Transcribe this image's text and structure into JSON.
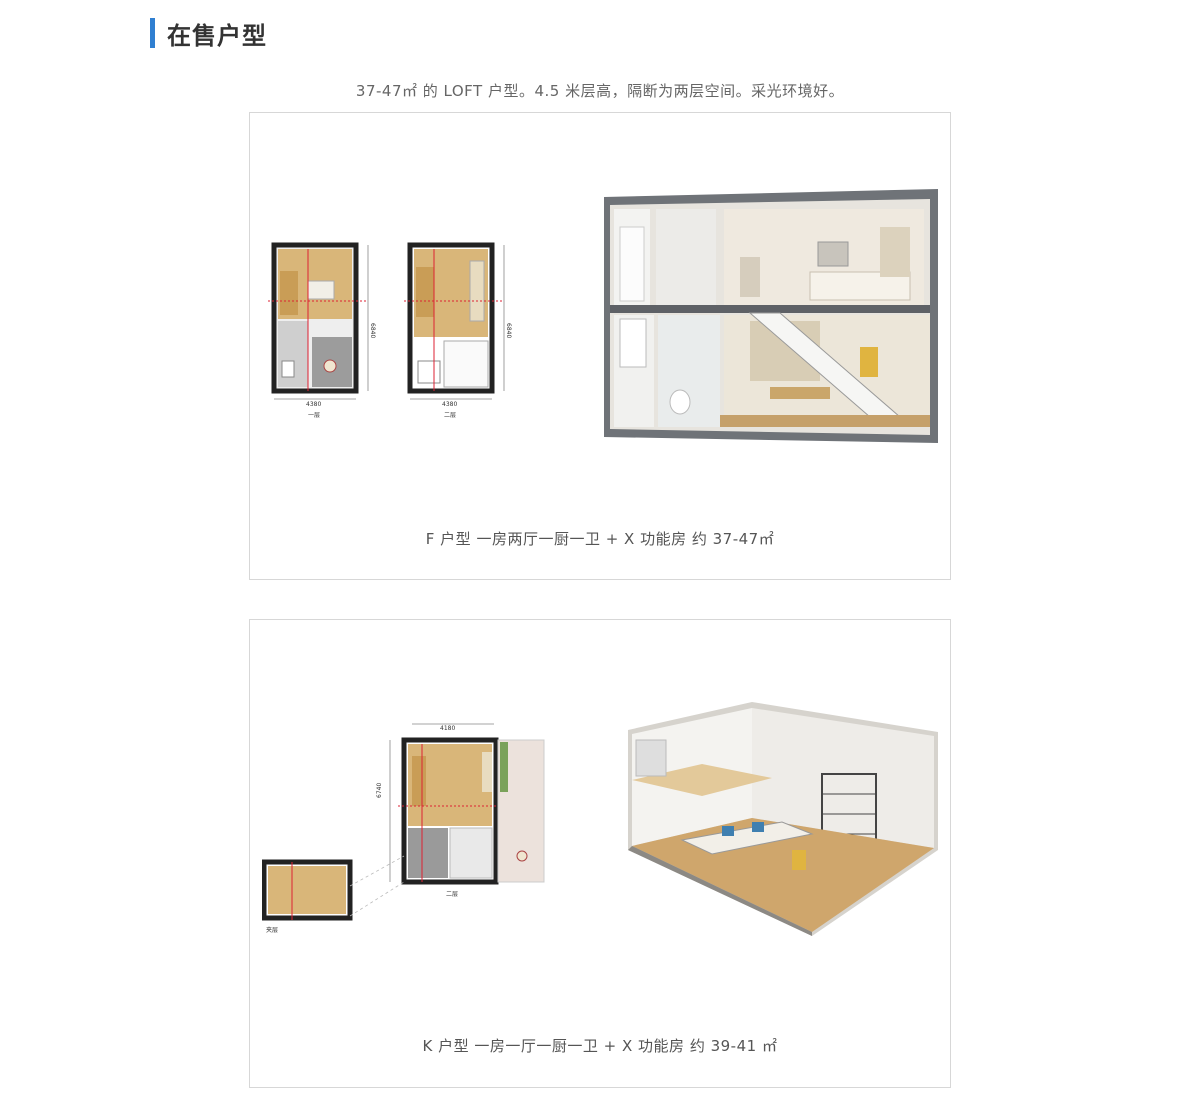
{
  "section": {
    "title": "在售户型",
    "intro": "37-47㎡ 的 LOFT 户型。4.5 米层高，隔断为两层空间。采光环境好。"
  },
  "units": [
    {
      "caption": "F 户型 一房两厅一厨一卫 + X 功能房 约 37-47㎡",
      "plan_dims": {
        "width": "4380",
        "depth": "6840"
      },
      "floor_labels": [
        "一层",
        "二层"
      ]
    },
    {
      "caption": "K 户型 一房一厅一厨一卫 + X 功能房 约 39-41 ㎡",
      "plan_dims": {
        "width": "4180",
        "depth": "6740"
      },
      "floor_labels": [
        "二层",
        "夹层"
      ]
    }
  ],
  "colors": {
    "accent": "#2f7fd1",
    "border": "#d7d7d7",
    "wood": "#d9b679"
  }
}
